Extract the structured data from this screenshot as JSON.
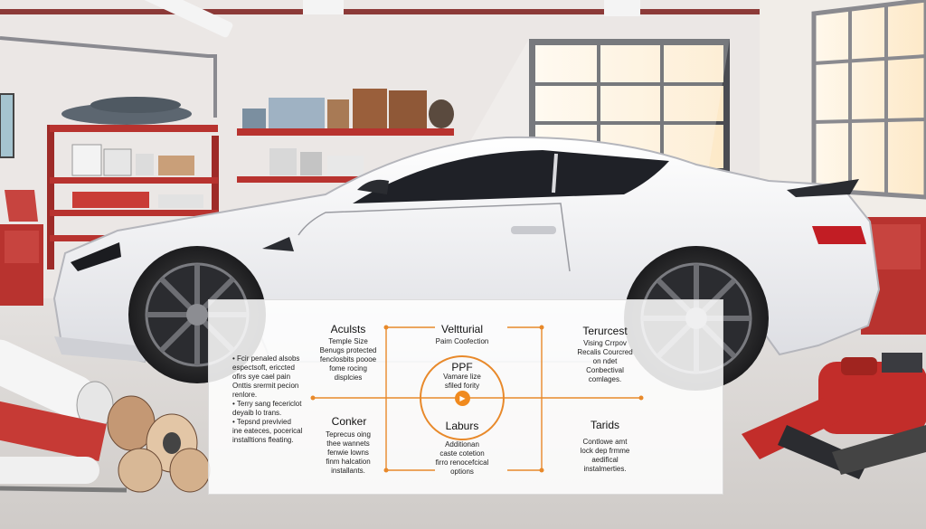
{
  "colors": {
    "accent": "#e8892a",
    "car_body": "#f4f4f6",
    "shelf_red": "#b8332f",
    "wall": "#ebe7e5"
  },
  "icons": {
    "center": "play-icon"
  },
  "diagram": {
    "top_left": {
      "title": "Aculsts",
      "subtitle": "Temple Size\nBenugs protected\nfenclosbits poooe\nfome rocing\ndisplcies"
    },
    "top_center": {
      "title": "Veltturial",
      "subtitle": "Paim Coofection"
    },
    "top_right": {
      "title": "Terurcest",
      "subtitle": "Vising Crrpov\nRecalis Courcred\non ndet\nConbectival\ncomlages."
    },
    "left_notes": "• Fcir penaled alsobs\nespectsoft, ericcted\nofirs sye cael pain\nOnttis srermit pecion\nrenlore.\n• Terry sang fecericlot\ndeyaib lo trans.\n• Tepsnd previvied\nine eateces, pocerical\ninstalltions fleating.",
    "center": {
      "title": "PPF",
      "subtitle": "Vamare lize\nsfiled fority"
    },
    "bottom_left": {
      "title": "Conker",
      "subtitle": "Teprecus oing\nthee wannets\nfenwie lowns\nfinm halcation\ninstallants."
    },
    "bottom_center": {
      "title": "Laburs",
      "subtitle": "Additionan\ncaste cotetion\nfirro renocefcical\noptions"
    },
    "bottom_right": {
      "title": "Tarids",
      "subtitle": "Contlowe amt\nlock dep frmme\naedifical\ninstalmerties."
    }
  }
}
